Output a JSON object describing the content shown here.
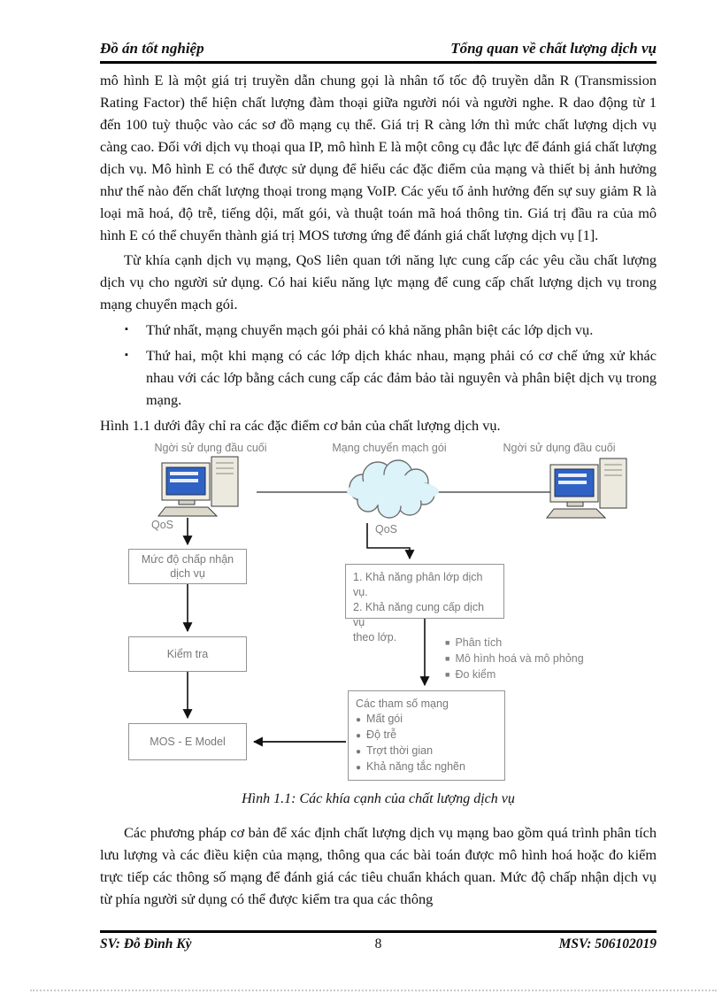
{
  "header": {
    "left": "Đồ án tốt nghiệp",
    "right": "Tổng quan  về chất lượng dịch vụ"
  },
  "body": {
    "p1": "mô hình E là một giá trị truyền dẫn chung gọi là nhân tố tốc độ truyền dẫn R (Transmission Rating Factor) thể hiện chất lượng đàm thoại giữa người nói và người nghe. R dao động từ 1 đến 100 tuỳ thuộc vào các sơ đồ mạng cụ thể. Giá trị R càng lớn thì mức chất lượng dịch vụ càng cao. Đối với dịch vụ thoại qua IP, mô hình E là một công cụ đắc lực để đánh giá chất lượng dịch vụ. Mô hình E có thể được sử dụng để hiểu các đặc điểm của mạng và thiết bị ảnh hưởng như thế nào đến chất lượng thoại trong mạng VoIP. Các yếu tố ảnh hưởng đến sự suy giảm R là loại mã hoá, độ trễ, tiếng dội, mất gói, và thuật toán mã hoá thông tin. Giá trị đầu ra của mô hình E có thể chuyển thành giá trị MOS tương ứng để đánh giá chất lượng dịch vụ [1].",
    "p2": "Từ khía cạnh dịch vụ mạng, QoS liên quan tới năng lực cung cấp các yêu cầu chất lượng dịch vụ cho người sử dụng. Có hai kiểu năng lực mạng để cung cấp chất lượng dịch vụ trong mạng chuyển mạch gói.",
    "bullets": [
      "Thứ nhất, mạng chuyển mạch gói phải có khả năng phân biệt các lớp dịch vụ.",
      "Thứ hai, một khi mạng có các lớp dịch khác nhau, mạng phải có cơ chế ứng xử khác nhau với các lớp bằng cách cung cấp các đảm bảo tài nguyên và phân biệt dịch vụ trong mạng."
    ],
    "p3": "Hình 1.1 dưới đây chỉ ra các đặc điểm cơ bản  của chất lượng dịch vụ.",
    "p4": "Các phương pháp cơ bản để xác định chất lượng dịch vụ mạng bao gồm quá trình phân tích lưu lượng và các điều kiện của mạng, thông qua các bài toán được mô hình hoá hoặc đo kiểm trực tiếp các thông số mạng để đánh giá các tiêu chuẩn khách quan. Mức độ chấp nhận dịch vụ từ phía người sử dụng có thể được kiểm tra qua các thông"
  },
  "figure": {
    "caption": "Hình 1.1: Các khía cạnh của chất lượng dịch vụ",
    "top_labels": {
      "left": "Ngời sử dụng đầu cuối",
      "center": "Mạng chuyển mạch gói",
      "right": "Ngời sử dụng đầu cuối"
    },
    "qos_left": "QoS",
    "qos_right": "QoS",
    "box_acceptance": "Mức độ chấp nhận dịch vụ",
    "box_test": "Kiểm tra",
    "box_mos": "MOS - E Model",
    "box_capability": {
      "line1": "1. Khả năng phân lớp dịch vụ.",
      "line2": "2. Khả năng cung cấp dịch vụ",
      "line3": "theo lớp."
    },
    "methods": [
      "Phân tích",
      "Mô hình hoá và mô phỏng",
      "Đo kiểm"
    ],
    "box_params": {
      "title": "Các tham số mạng",
      "items": [
        "Mất gói",
        "Độ trễ",
        "Trợt thời gian",
        "Khả năng tắc nghẽn"
      ]
    }
  },
  "footer": {
    "left": "SV: Đỗ Đình Kỳ",
    "page": "8",
    "right": "MSV: 506102019"
  },
  "icons": {
    "bullet_square": "▪",
    "list_square": "■",
    "list_dot": "●"
  },
  "colors": {
    "screen_blue": "#2f62c4",
    "cloud_fill": "#dcf3fa",
    "diagram_gray": "#7f7f7f"
  }
}
